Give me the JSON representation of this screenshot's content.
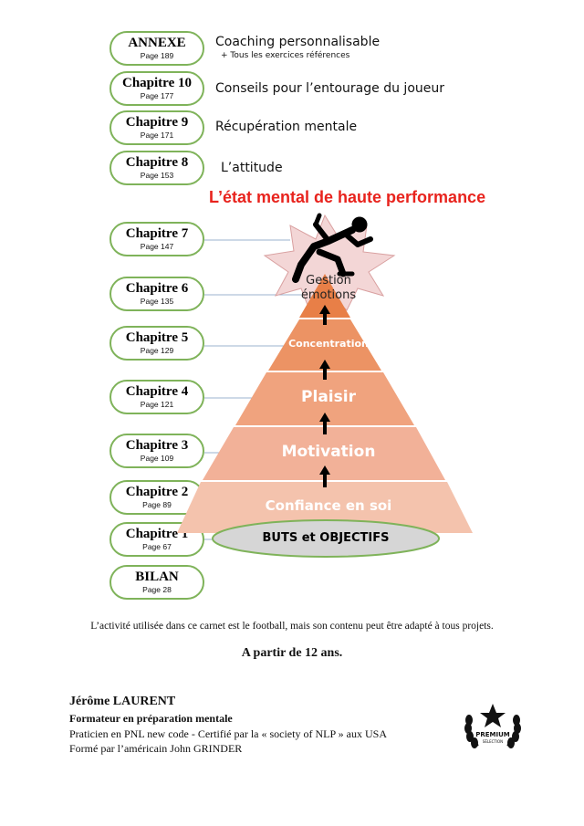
{
  "chapters": [
    {
      "title": "ANNEXE",
      "page": "Page 189",
      "desc": "Coaching personnalisable",
      "sub": "+ Tous les exercices références"
    },
    {
      "title": "Chapitre 10",
      "page": "Page 177",
      "desc": "Conseils pour l’entourage du joueur"
    },
    {
      "title": "Chapitre 9",
      "page": "Page 171",
      "desc": "Récupération mentale"
    },
    {
      "title": "Chapitre 8",
      "page": "Page 153",
      "desc": "L’attitude"
    },
    {
      "title": "Chapitre 7",
      "page": "Page 147"
    },
    {
      "title": "Chapitre 6",
      "page": "Page 135"
    },
    {
      "title": "Chapitre 5",
      "page": "Page 129"
    },
    {
      "title": "Chapitre 4",
      "page": "Page 121"
    },
    {
      "title": "Chapitre 3",
      "page": "Page 109"
    },
    {
      "title": "Chapitre 2",
      "page": "Page 89"
    },
    {
      "title": "Chapitre 1",
      "page": "Page 67"
    },
    {
      "title": "BILAN",
      "page": "Page 28"
    }
  ],
  "banner": "L’état mental  de haute performance",
  "pyramid": {
    "top_line1": "Gestion",
    "top_line2": "émotions",
    "levels": [
      "Concentration",
      "Plaisir",
      "Motivation",
      "Confiance en soi"
    ],
    "base": "BUTS et OBJECTIFS"
  },
  "colors": {
    "level1": "#e87f47",
    "level2": "#ec9364",
    "level3": "#f0a37e",
    "level4": "#f2b198",
    "level5": "#f4c3ad",
    "burst": "#f3d6d6",
    "pill_border": "#7fb35a",
    "banner": "#e8231d"
  },
  "note": "L’activité utilisée dans ce carnet est le football, mais son contenu peut être adapté à tous projets.",
  "age": "A partir de 12 ans.",
  "author": {
    "name": "Jérôme LAURENT",
    "role": "Formateur en préparation mentale",
    "line1": "Praticien en PNL new code - Certifié par la « society of NLP » aux USA",
    "line2": "Formé par l’américain John GRINDER"
  },
  "badge": {
    "label": "PREMIUM",
    "sub": "SÉLECTION"
  }
}
